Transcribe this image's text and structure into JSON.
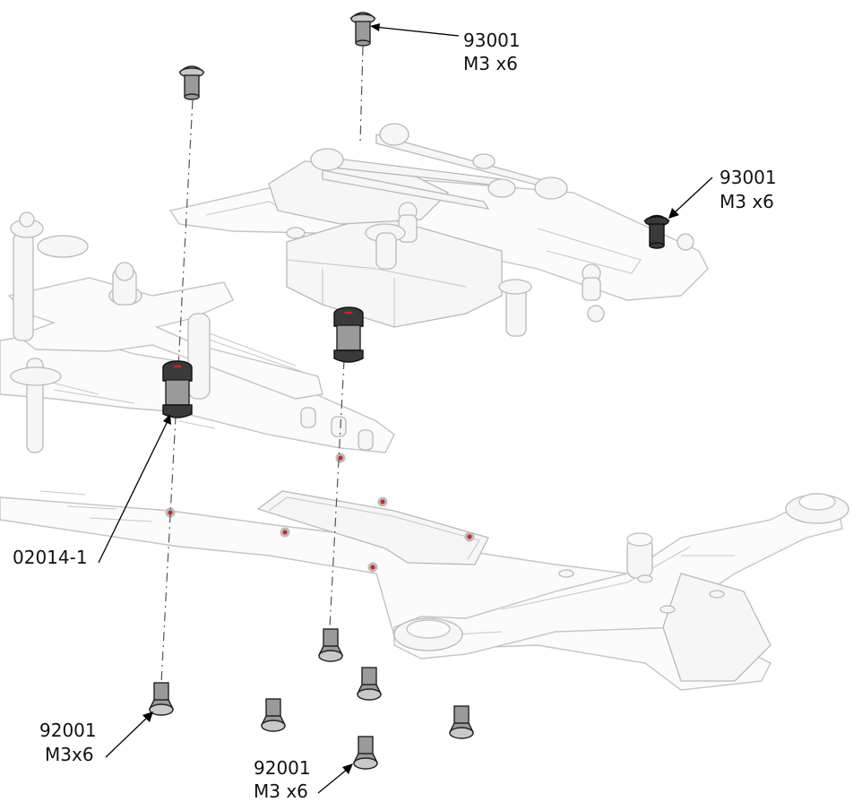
{
  "callouts": [
    {
      "part": "93001",
      "spec": "M3 x6"
    },
    {
      "part": "93001",
      "spec": "M3 x6"
    },
    {
      "part": "02014-1"
    },
    {
      "part": "92001",
      "spec": "M3x6"
    },
    {
      "part": "92001",
      "spec": "M3 x6"
    }
  ],
  "colors": {
    "hole_marker": "#d62020",
    "ghost_outline": "#c4c4c4",
    "hardware": "#9a9a9a",
    "hardware_dark": "#3a3a3a"
  }
}
